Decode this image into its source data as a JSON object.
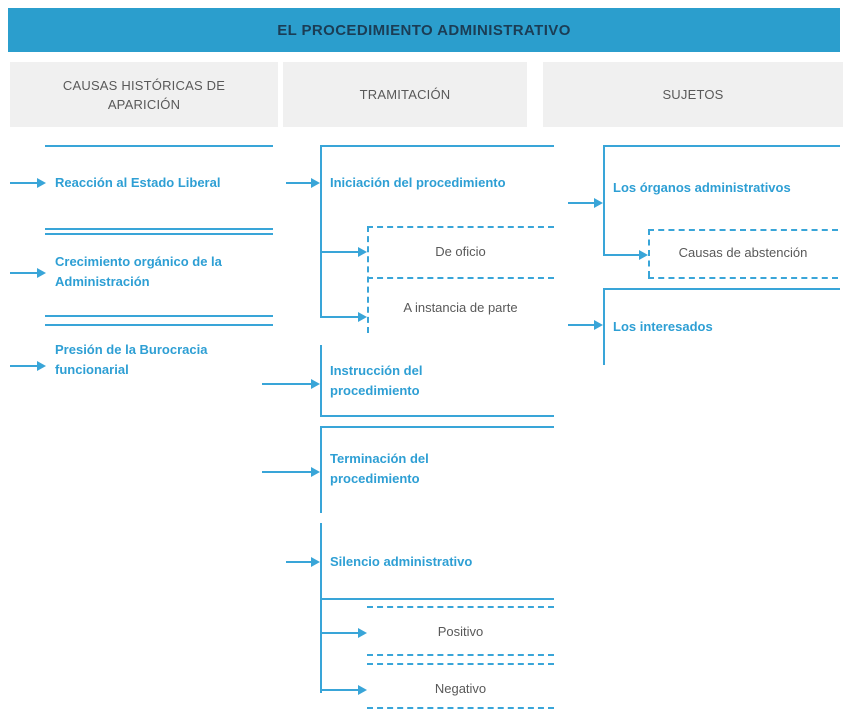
{
  "diagram": {
    "title": "EL PROCEDIMIENTO ADMINISTRATIVO",
    "colors": {
      "title_bar_bg": "#2b9ecd",
      "title_text": "#1b3d55",
      "line_blue": "#39a5d8",
      "node_text_blue": "#2e9fd4",
      "header_bg": "#f0f0f0",
      "gray_text": "#595959"
    },
    "columns": [
      {
        "header": "CAUSAS HISTÓRICAS DE APARICIÓN",
        "nodes": [
          {
            "label": "Reacción al Estado Liberal"
          },
          {
            "label": "Crecimiento orgánico de la Administración"
          },
          {
            "label": "Presión de la Burocracia funcionarial"
          }
        ]
      },
      {
        "header": "TRAMITACIÓN",
        "nodes": [
          {
            "label": "Iniciación del procedimiento",
            "children": [
              {
                "label": "De oficio"
              },
              {
                "label": "A instancia de parte"
              }
            ]
          },
          {
            "label": "Instrucción del procedimiento"
          },
          {
            "label": "Terminación del procedimiento"
          },
          {
            "label": "Silencio administrativo",
            "children": [
              {
                "label": "Positivo"
              },
              {
                "label": "Negativo"
              }
            ]
          }
        ]
      },
      {
        "header": "SUJETOS",
        "nodes": [
          {
            "label": "Los órganos administrativos",
            "children": [
              {
                "label": "Causas de abstención"
              }
            ]
          },
          {
            "label": "Los interesados"
          }
        ]
      }
    ]
  }
}
